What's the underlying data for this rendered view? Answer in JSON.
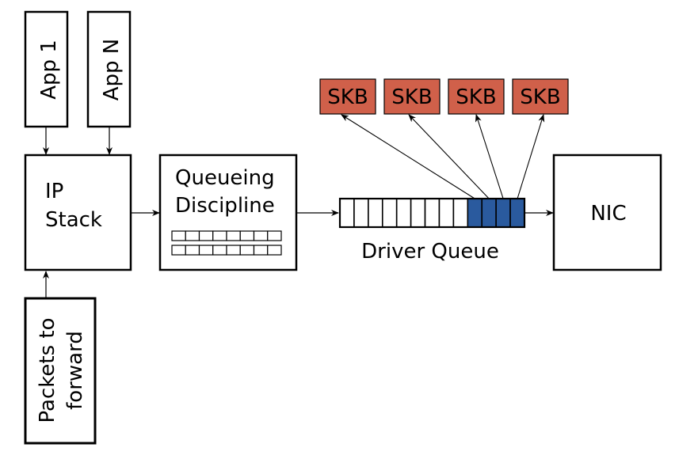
{
  "diagram": {
    "app1": {
      "label": "App 1"
    },
    "appN": {
      "label": "App N"
    },
    "ip_stack": {
      "line1": "IP",
      "line2": "Stack"
    },
    "packets": {
      "line1": "Packets to",
      "line2": "forward"
    },
    "qdisc": {
      "line1": "Queueing",
      "line2": "Discipline"
    },
    "driver_queue": {
      "label": "Driver Queue",
      "total_slots": 13,
      "filled_slots": 4
    },
    "nic": {
      "label": "NIC"
    },
    "skbs": [
      "SKB",
      "SKB",
      "SKB",
      "SKB"
    ],
    "colors": {
      "skb_fill": "#d0604a",
      "queue_fill": "#2a5a9e",
      "stroke": "#000000"
    }
  }
}
